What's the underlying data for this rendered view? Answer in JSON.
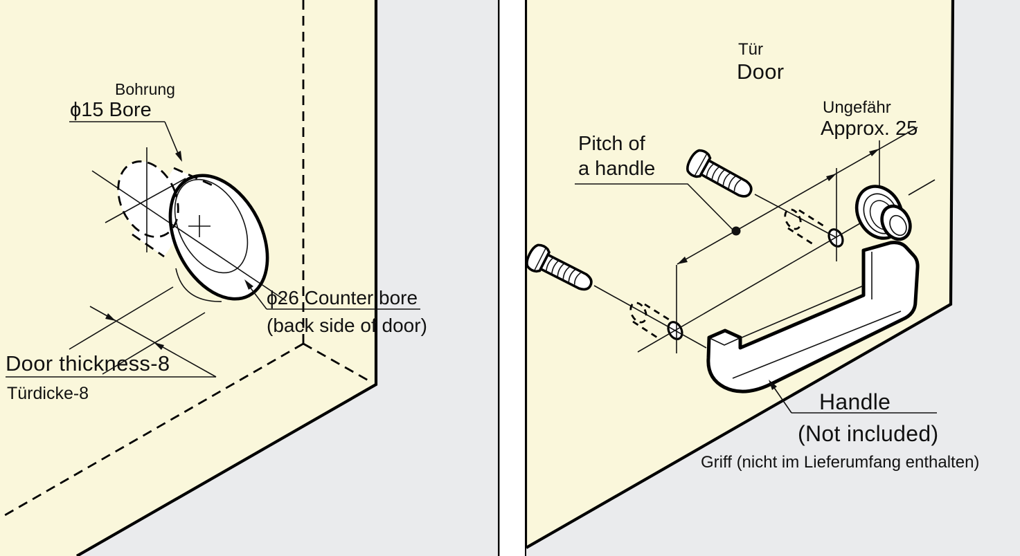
{
  "drawing_type": "installation technical drawing (door bore and handle mounting, bilingual DE/EN)",
  "colors": {
    "door_fill": "#FAF7DB",
    "background_gray": "#EAEBED",
    "gutter_white": "#FFFFFF",
    "line": "#000000"
  },
  "panels": {
    "left": {
      "labels": {
        "bohrung": "Bohrung",
        "bore": "ϕ15 Bore",
        "counterbore_line1": "ϕ26 Counter bore",
        "counterbore_line2": "(back side of door)",
        "door_thickness_en": "Door thickness-8",
        "door_thickness_de": "Türdicke-8"
      }
    },
    "right": {
      "labels": {
        "tuer": "Tür",
        "door": "Door",
        "ungefaehr": "Ungefähr",
        "approx": "Approx. 25",
        "pitch_line1": "Pitch of",
        "pitch_line2": "a handle",
        "handle": "Handle",
        "handle_note": "(Not included)",
        "handle_note_de": "Griff (nicht im Lieferumfang enthalten)"
      }
    }
  }
}
